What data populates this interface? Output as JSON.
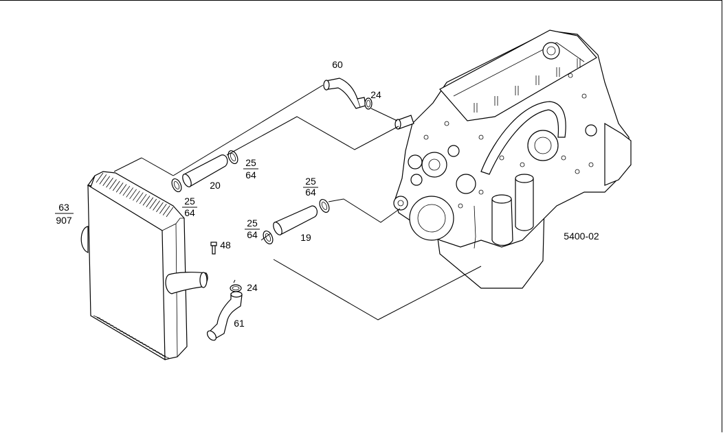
{
  "drawing_code": "5400-02",
  "callouts": {
    "radiator": {
      "num": "63",
      "den": "907"
    },
    "hose_upper_bent": "60",
    "clamp_upper_bent": "24",
    "clamp_upper_a": {
      "num": "25",
      "den": "64"
    },
    "clamp_upper_b": {
      "num": "25",
      "den": "64"
    },
    "hose_upper_straight": "20",
    "clamp_lower_a": {
      "num": "25",
      "den": "64"
    },
    "clamp_lower_b": {
      "num": "25",
      "den": "64"
    },
    "hose_lower_straight": "19",
    "screw": "48",
    "clamp_lower_bent": "24",
    "hose_lower_bent": "61"
  }
}
